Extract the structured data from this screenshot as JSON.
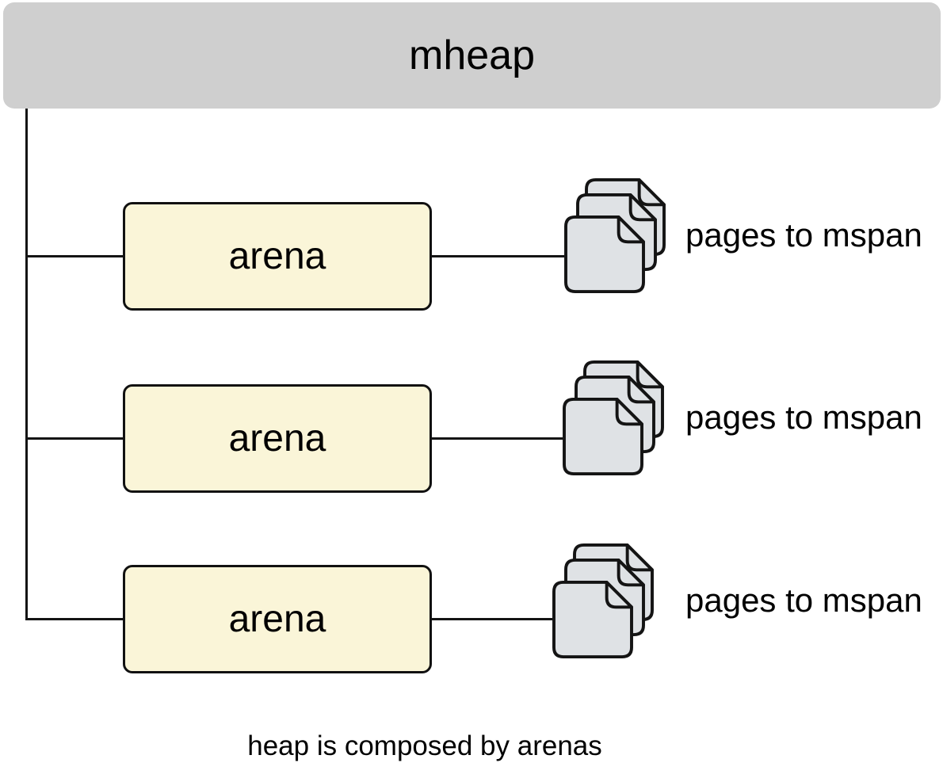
{
  "diagram": {
    "root_label": "mheap",
    "rows": [
      {
        "arena_label": "arena",
        "pages_label": "pages to mspan"
      },
      {
        "arena_label": "arena",
        "pages_label": "pages to mspan"
      },
      {
        "arena_label": "arena",
        "pages_label": "pages to mspan"
      }
    ],
    "caption": "heap is composed by arenas",
    "colors": {
      "root_fill": "#cfcfcf",
      "arena_fill": "#faf5d8",
      "page_fill": "#dfe2e5",
      "line": "#141414",
      "text": "#000000",
      "background": "#ffffff"
    }
  }
}
